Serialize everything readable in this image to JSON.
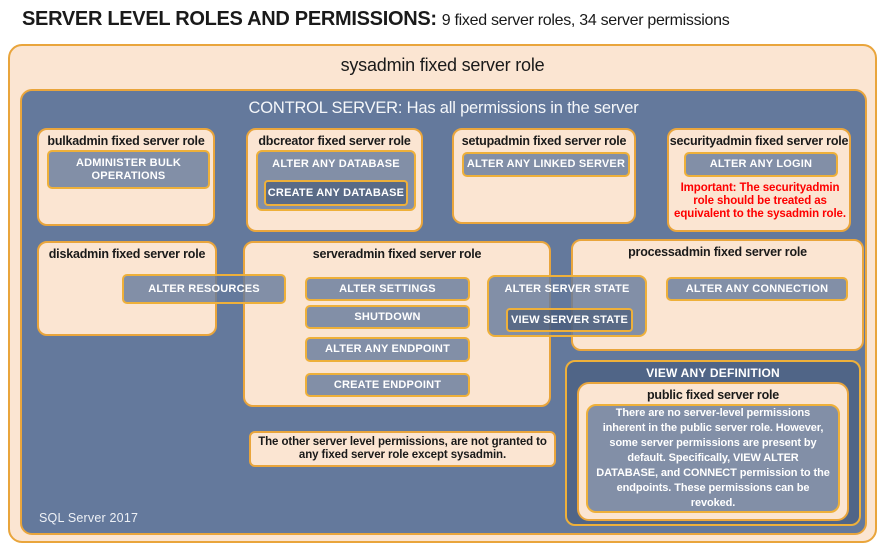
{
  "title": {
    "main": "SERVER LEVEL ROLES AND PERMISSIONS:",
    "sub": "9 fixed server roles, 34 server permissions"
  },
  "sysadmin": {
    "label": "sysadmin fixed server role"
  },
  "control": {
    "label": "CONTROL SERVER: Has all permissions in the server"
  },
  "roles": {
    "bulkadmin": {
      "title": "bulkadmin fixed server role",
      "perm": "ADMINISTER BULK OPERATIONS"
    },
    "dbcreator": {
      "title": "dbcreator fixed server role",
      "perm_outer": "ALTER ANY DATABASE",
      "perm_inner": "CREATE ANY DATABASE"
    },
    "setupadmin": {
      "title": "setupadmin fixed server role",
      "perm": "ALTER ANY LINKED SERVER"
    },
    "securityadmin": {
      "title": "securityadmin fixed server role",
      "perm": "ALTER ANY LOGIN",
      "note": "Important: The securityadmin role should be treated as equivalent to the sysadmin role."
    },
    "diskadmin": {
      "title": "diskadmin fixed server role",
      "perm": "ALTER RESOURCES"
    },
    "serveradmin": {
      "title": "serveradmin fixed server role",
      "perms": [
        "ALTER SETTINGS",
        "SHUTDOWN",
        "ALTER ANY ENDPOINT",
        "CREATE ENDPOINT"
      ],
      "bridge_outer": "ALTER SERVER STATE",
      "bridge_inner": "VIEW SERVER STATE"
    },
    "processadmin": {
      "title": "processadmin fixed server role",
      "perm": "ALTER ANY CONNECTION"
    },
    "public": {
      "header": "VIEW ANY DEFINITION",
      "title": "public fixed server role",
      "description": "There are no server-level permissions inherent in the public server role. However, some server permissions are present by default. Specifically, VIEW ALTER DATABASE, and CONNECT permission to the endpoints. These permissions can be revoked."
    }
  },
  "notes": {
    "other_permissions": "The other server level permissions, are not granted to any fixed server role except sysadmin."
  },
  "footer": {
    "label": "SQL Server 2017"
  },
  "colors": {
    "peach_fill": "#fbe5d2",
    "gold_border": "#e9a53c",
    "button_border": "#eeb03a",
    "slate_fill": "#64799c",
    "button_gray": "#8c9ab0",
    "warning_red": "#fe0000",
    "text_dark": "#1a1a1a"
  }
}
